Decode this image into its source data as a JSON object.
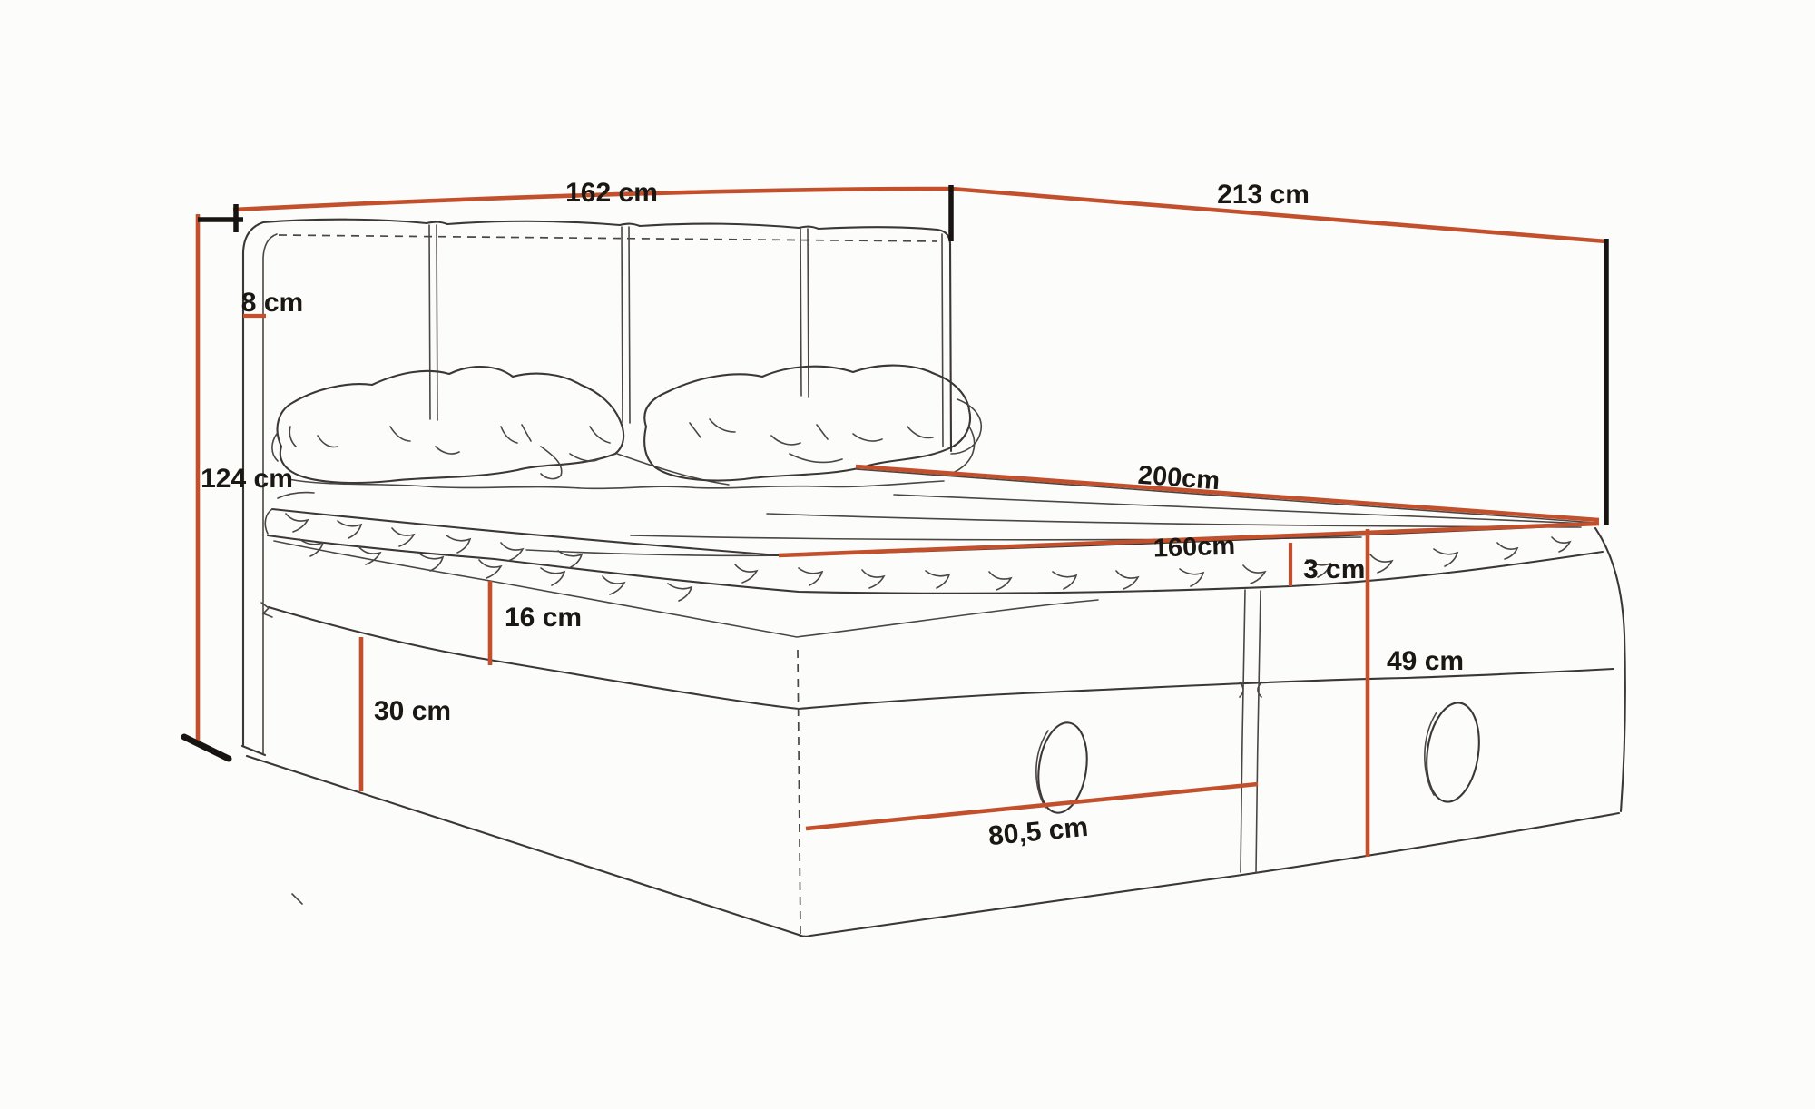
{
  "meta": {
    "title": "Bed technical dimension sketch",
    "description": "Hand-drawn style line diagram of an upholstered storage bed with headboard, two pillows, mattress with topper and two drawer boxes, annotated with red dimension lines"
  },
  "diagram": {
    "colors": {
      "background": "#fcfcfb",
      "sketch_line": "#3b3734",
      "dimension_line": "#c2502c",
      "tick_mark": "#171411",
      "label_text": "#1b1814"
    },
    "dimensions": {
      "headboard_width": {
        "label": "162 cm"
      },
      "frame_depth": {
        "label": "213 cm"
      },
      "headboard_height": {
        "label": "124 cm"
      },
      "headboard_trim": {
        "label": "8 cm"
      },
      "mattress_length": {
        "label": "200cm"
      },
      "mattress_width": {
        "label": "160cm"
      },
      "topper_thickness": {
        "label": "3 cm"
      },
      "base_height": {
        "label": "49 cm"
      },
      "upper_box_height": {
        "label": "16 cm"
      },
      "drawer_height": {
        "label": "30 cm"
      },
      "drawer_width": {
        "label": "80,5 cm"
      }
    }
  }
}
